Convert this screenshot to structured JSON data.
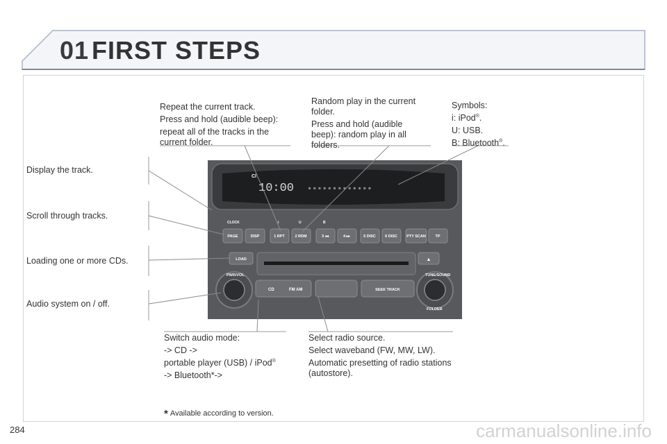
{
  "header": {
    "chapter_number": "01",
    "chapter_title": "FIRST STEPS"
  },
  "callouts": {
    "repeat": {
      "line1": "Repeat the current track.",
      "line2": "Press and hold (audible beep):",
      "line3": "repeat all of the tracks in the current folder."
    },
    "random": {
      "line1": "Random play in the current folder.",
      "line2": "Press and hold (audible beep): random play in all folders."
    },
    "symbols": {
      "title": "Symbols:",
      "ipod_prefix": "i: iPod",
      "ipod_reg": "®",
      "ipod_end": ".",
      "usb": "U: USB.",
      "bt_prefix": "B: Bluetooth",
      "bt_reg": "®",
      "bt_end": "."
    },
    "display_track": "Display the track.",
    "scroll_tracks": "Scroll through tracks.",
    "loading_cds": "Loading one or more CDs.",
    "audio_on_off": "Audio system on / off.",
    "switch_mode": {
      "line1": "Switch audio mode:",
      "line2": "-> CD ->",
      "line3_prefix": "portable player (USB) / iPod",
      "line3_reg": "®",
      "line4": "-> Bluetooth*->"
    },
    "select_source": {
      "line1": "Select radio source.",
      "line2": "Select waveband (FW, MW, LW).",
      "line3": "Automatic presetting of radio stations (autostore)."
    }
  },
  "radio": {
    "display_time": "10:00",
    "display_indicator": "Cl",
    "display_segments": "▪▪▪▪▪▪▪▪▪▪▪▪▪",
    "top_labels": {
      "clock": "CLOCK",
      "i": "i",
      "u": "U",
      "b": "B"
    },
    "buttons": {
      "page": "PAGE",
      "disp": "DISP",
      "rpt": "1 RPT",
      "rdm": "2 RDM",
      "b3": "3 ◂◂",
      "b4": "4 ▸▸",
      "disc_down": "5 DISC",
      "disc_up": "6 DISC",
      "pty_scan": "PTY SCAN",
      "tp": "TP",
      "load": "LOAD",
      "cd": "CD",
      "fm_am": "FM AM",
      "seek_track": "SEEK TRACK",
      "eject": "▲"
    },
    "knob_labels": {
      "pwr_vol": "PWR/VOL",
      "tune_sound": "TUNE/SOUND",
      "folder": "FOLDER"
    }
  },
  "footnote": {
    "star": "*",
    "text": "Available according to version."
  },
  "page_number": "284",
  "watermark": "carmanualsonline.info"
}
